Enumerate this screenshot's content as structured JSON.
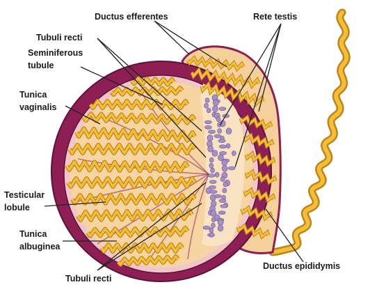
{
  "labels": {
    "ductus_efferentes": "Ductus efferentes",
    "rete_testis": "Rete testis",
    "tubuli_recti_top": "Tubuli recti",
    "seminiferous_line1": "Seminiferous",
    "seminiferous_line2": "tubule",
    "tunica_vaginalis_line1": "Tunica",
    "tunica_vaginalis_line2": "vaginalis",
    "testicular_lobule_line1": "Testicular",
    "testicular_lobule_line2": "lobule",
    "tunica_albuginea_line1": "Tunica",
    "tunica_albuginea_line2": "albuginea",
    "tubuli_recti_bottom": "Tubuli recti",
    "ductus_epididymis": "Ductus epididymis"
  },
  "colors": {
    "tunica": "#8e1f55",
    "tunica_edge": "#5e1038",
    "inner_fill": "#f7d5a3",
    "epididymis_fill": "#f6d09b",
    "tubule": "#f7bd37",
    "tubule_edge": "#b8861a",
    "rete": "#a48fc7",
    "septum": "#8e1f55",
    "leader": "#222222"
  }
}
